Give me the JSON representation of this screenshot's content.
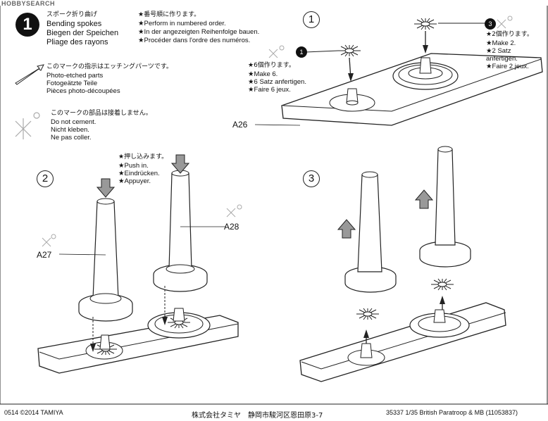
{
  "watermark": "HOBBYSEARCH",
  "step": {
    "number": "1",
    "title_ja": "スポーク折り曲げ",
    "title_lines": [
      "Bending spokes",
      "Biegen der Speichen",
      "Pliage des rayons"
    ]
  },
  "order_note": [
    "★番号順に作ります。",
    "★Perform in numbered order.",
    "★In der angezeigten Reihenfolge bauen.",
    "★Procéder dans l'ordre des numéros."
  ],
  "photo_etched": [
    "このマークの指示はエッチングパーツです。",
    "Photo-etched parts",
    "Fotogeätzte Teile",
    "Pièces photo-découpées"
  ],
  "no_cement": [
    "このマークの部品は接着しません。",
    "Do not cement.",
    "Nicht kleben.",
    "Ne pas coller."
  ],
  "make6": [
    "★6個作ります。",
    "★Make 6.",
    "★6 Satz anfertigen.",
    "★Faire 6 jeux."
  ],
  "make2": [
    "★2個作ります。",
    "★Make 2.",
    "★2 Satz",
    "anfertigen.",
    "★Faire 2 jeux."
  ],
  "push_in": [
    "★押し込みます。",
    "★Push in.",
    "★Eindrücken.",
    "★Appuyer."
  ],
  "substeps": {
    "s1": "1",
    "s2": "2",
    "s3": "3"
  },
  "callouts": {
    "c1": "1",
    "c3": "3"
  },
  "parts": {
    "a26": "A26",
    "a27": "A27",
    "a28": "A28"
  },
  "footer": {
    "left": "0514 ©2014 TAMIYA",
    "center": "株式会社タミヤ　静岡市駿河区恩田原3-7",
    "right": "35337  1/35 British Paratroop & MB (11053837)"
  }
}
